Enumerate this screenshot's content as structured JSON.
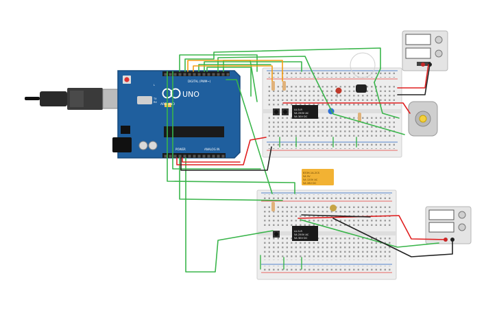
{
  "colors": {
    "board": "#1f5f9e",
    "board_dark": "#174a7d",
    "breadboard": "#ededed",
    "rail_red": "#e53935",
    "rail_blue": "#1e5fbf",
    "wire_green": "#39b54a",
    "wire_red": "#e01e1e",
    "wire_black": "#222222",
    "wire_orange": "#f39c12",
    "relay_label": "#f2b233"
  },
  "arduino": {
    "brand": "ARDUINO",
    "model": "UNO",
    "header_digital": "DIGITAL (PWM~)",
    "header_power": "POWER",
    "header_analog": "ANALOG IN",
    "pin_tx": "TX",
    "pin_rx": "RX",
    "pin_l": "L",
    "pin_aref": "AREF",
    "pin_gnd": "GND"
  },
  "relay_top": {
    "lines": [
      "LU-5-R",
      "5A 250V AC",
      "5A 30V DC"
    ]
  },
  "relay_bottom": {
    "lines": [
      "LU-5-R",
      "5A 250V AC",
      "5A 30V DC"
    ]
  },
  "relay_module": {
    "lines": [
      "833H-1A-2CS",
      "5A 5V",
      "5A 120V AC",
      "5A 28V DC"
    ]
  },
  "icons": {
    "usb": "usb-plug-icon",
    "motor": "dc-motor-icon",
    "supply": "power-supply-icon"
  }
}
